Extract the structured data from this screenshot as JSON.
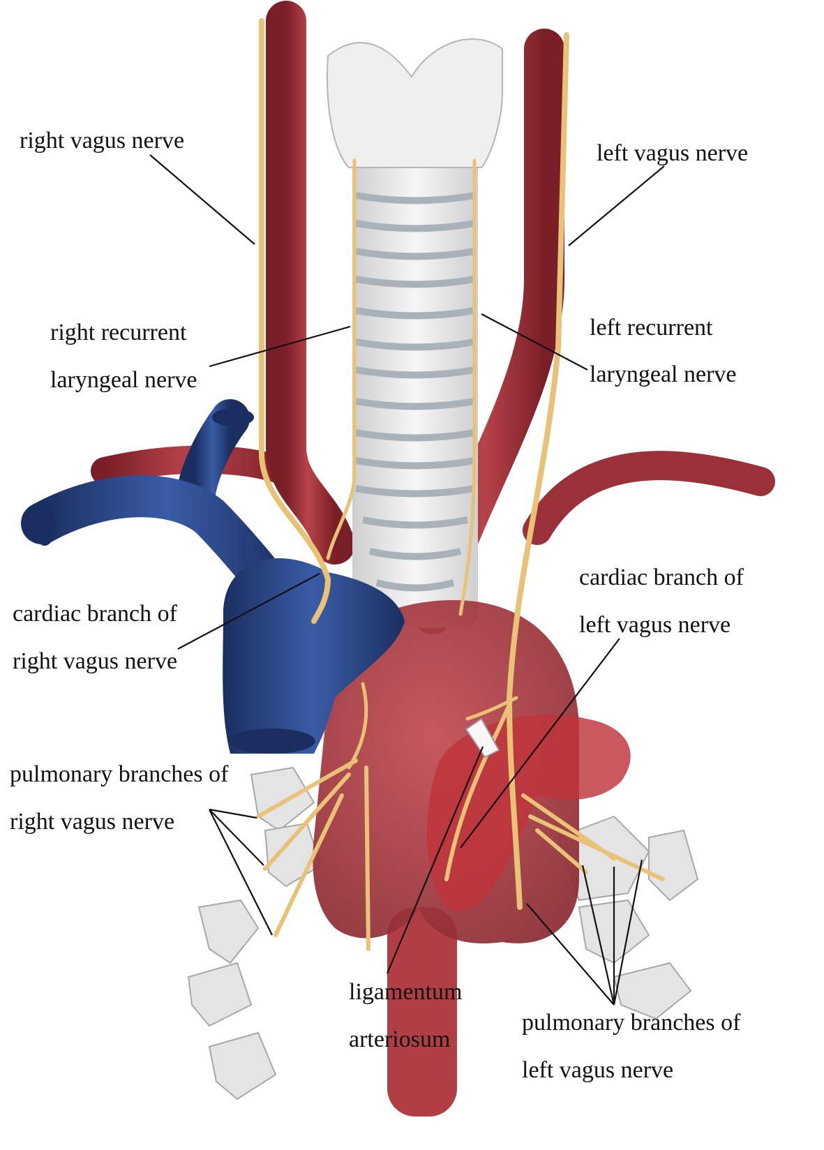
{
  "labels": {
    "right_vagus": "right vagus nerve",
    "left_vagus": "left vagus nerve",
    "right_recurrent_1": "right recurrent",
    "right_recurrent_2": "laryngeal nerve",
    "left_recurrent_1": "left recurrent",
    "left_recurrent_2": "laryngeal nerve",
    "cardiac_right_1": "cardiac branch of",
    "cardiac_right_2": "right vagus nerve",
    "cardiac_left_1": "cardiac branch of",
    "cardiac_left_2": "left vagus nerve",
    "pulm_right_1": "pulmonary branches of",
    "pulm_right_2": "right vagus nerve",
    "pulm_left_1": "pulmonary branches of",
    "pulm_left_2": "left vagus nerve",
    "ligamentum_1": "ligamentum",
    "ligamentum_2": "arteriosum"
  },
  "colors": {
    "artery": "#a8323a",
    "artery_dark": "#7a1f27",
    "vein": "#2a4a8c",
    "vein_dark": "#1a2f60",
    "nerve": "#e8c277",
    "nerve_dark": "#c79a45",
    "trachea": "#e9e9e9",
    "trachea_ring": "#a9b2b8",
    "cartilage": "#f1f1ef"
  }
}
